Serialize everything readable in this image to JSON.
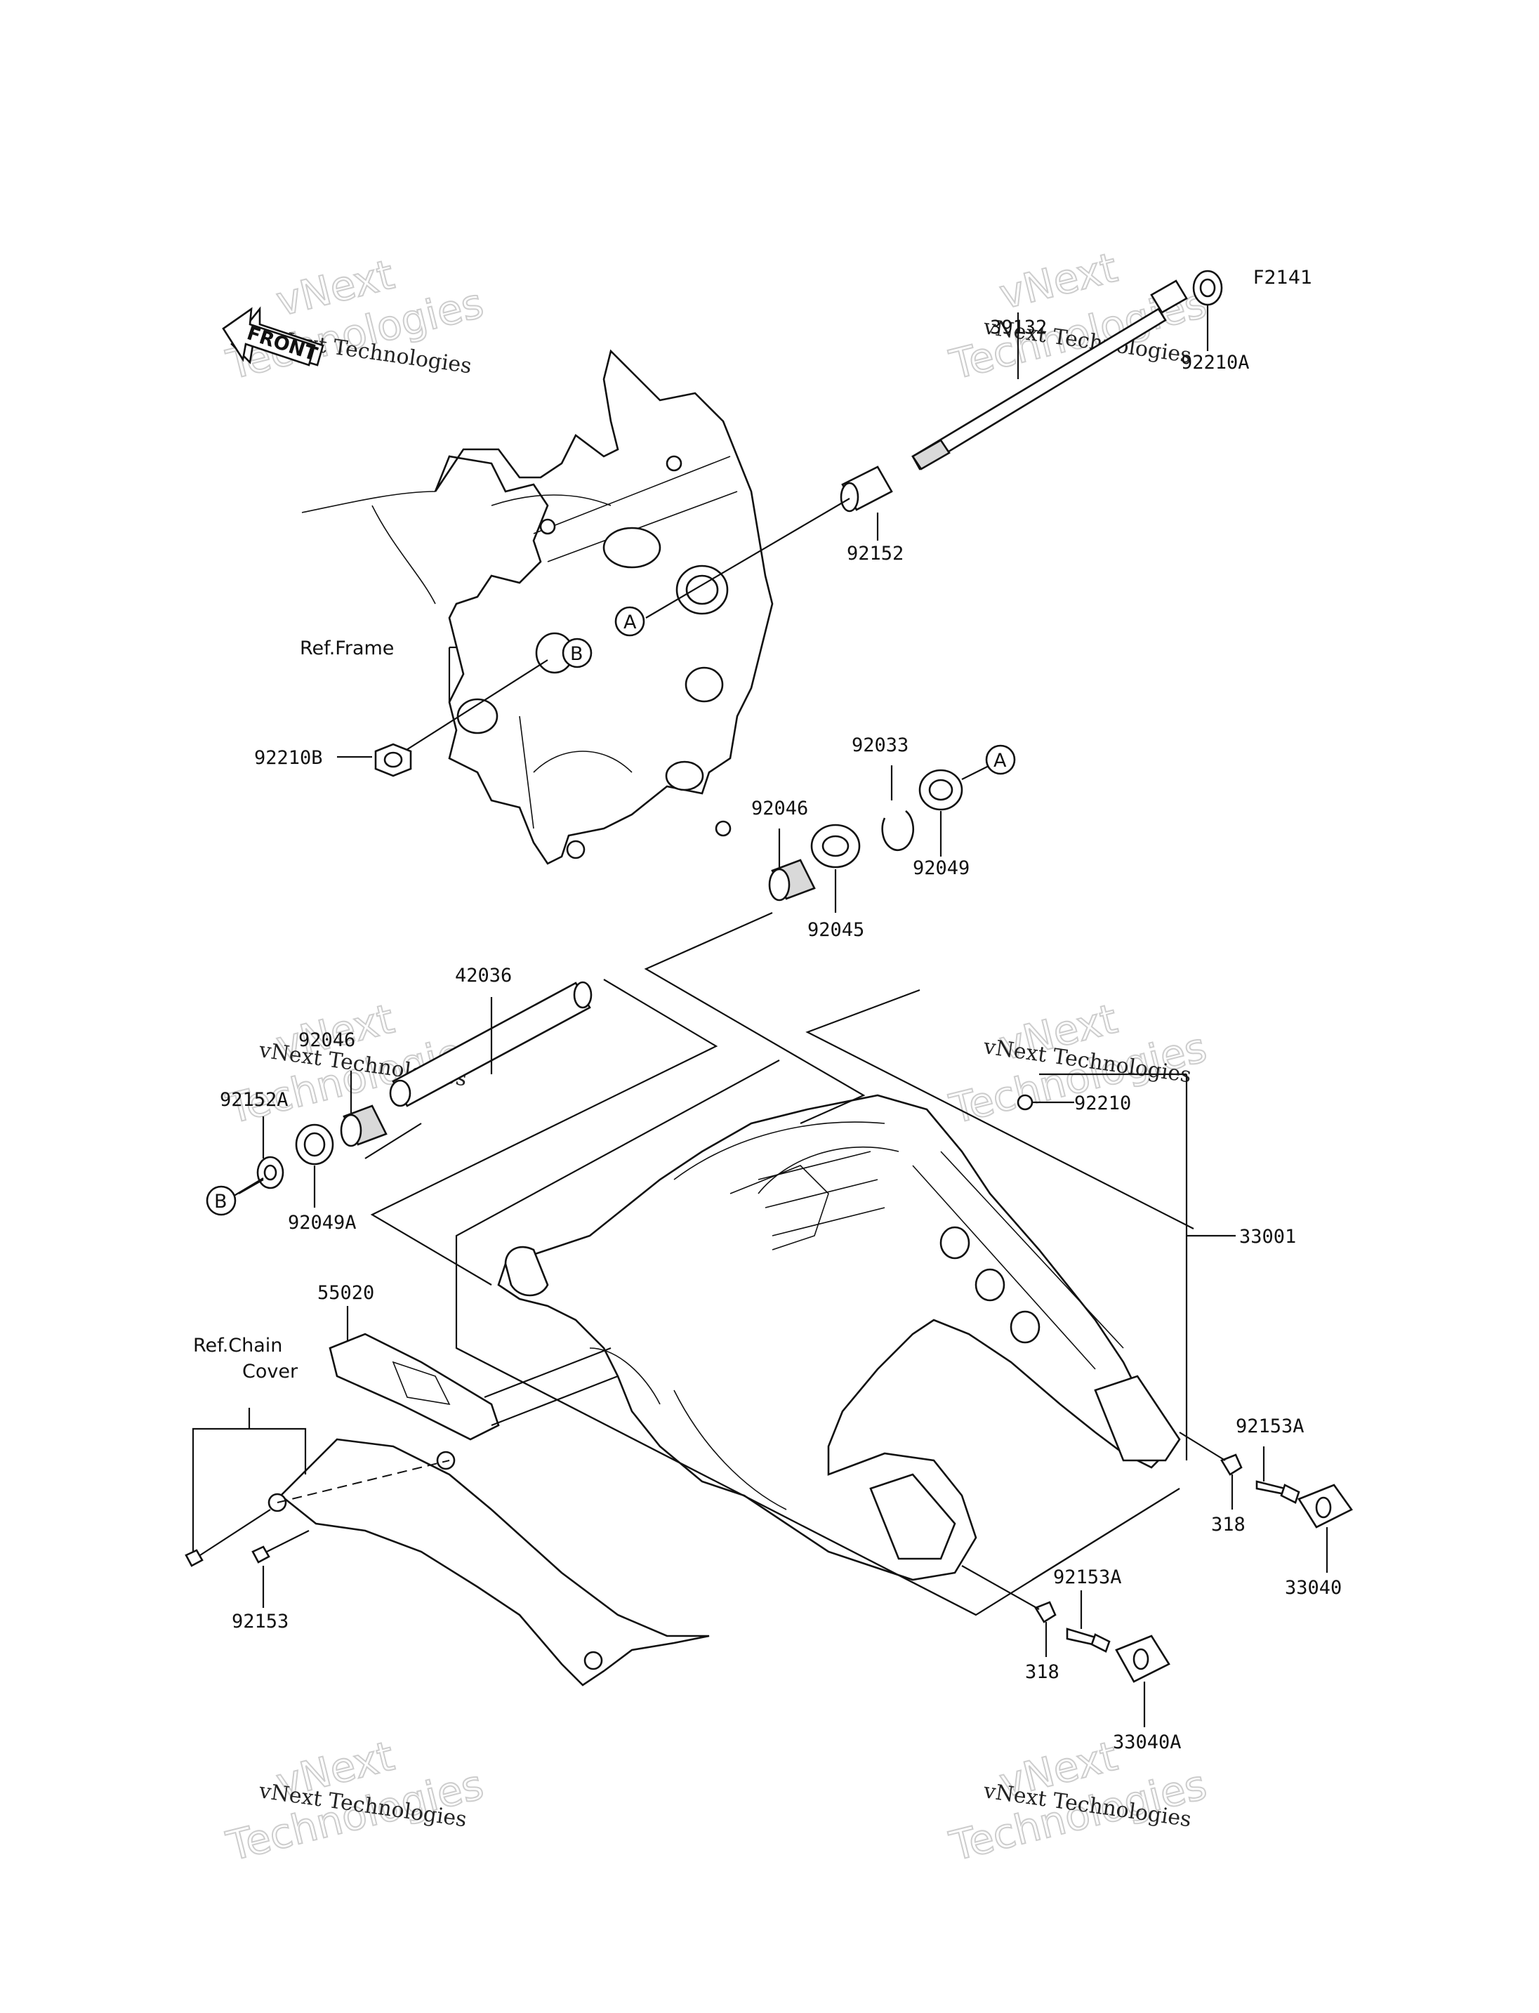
{
  "diagram_code": "F2141",
  "direction_badge": "FRONT",
  "references": {
    "frame": "Ref.Frame",
    "chain_cover_line1": "Ref.Chain",
    "chain_cover_line2": "Cover"
  },
  "callout_letters": {
    "a": "A",
    "b": "B"
  },
  "parts": {
    "p92210A": "92210A",
    "p39132": "39132",
    "p92152": "92152",
    "p92210B": "92210B",
    "p92033": "92033",
    "p92046": "92046",
    "p92049": "92049",
    "p92045": "92045",
    "p42036": "42036",
    "p92046b": "92046",
    "p92152A": "92152A",
    "p92049A": "92049A",
    "p92210": "92210",
    "p33001": "33001",
    "p55020": "55020",
    "p92153A_r": "92153A",
    "p318_r": "318",
    "p33040": "33040",
    "p92153": "92153",
    "p92153A_b": "92153A",
    "p318_b": "318",
    "p33040A": "33040A"
  },
  "watermark": {
    "line1": "vNext Technologies",
    "line2": "vNext",
    "line3": "Technologies"
  },
  "colors": {
    "ink": "#111111",
    "watermark": "#bdbdbd",
    "background": "#ffffff"
  }
}
